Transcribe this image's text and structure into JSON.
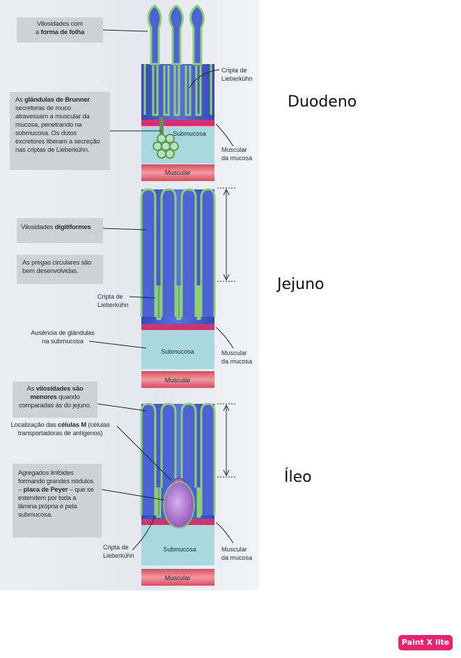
{
  "labels": {
    "duodeno": "Duodeno",
    "jejuno": "Jejuno",
    "ileo": "Íleo"
  },
  "duodeno": {
    "note_villi": [
      "Vilosidades com",
      "a ",
      "forma de folha"
    ],
    "note_brunner": [
      "As ",
      "glândulas de Brunner",
      " secretoras de muco atravessam a muscular da mucosa, penetrando na submucosa. Os dutos excretores liberam a secreção nas criptas de Lieberkühn."
    ],
    "cripta": [
      "Cripta de",
      "Lieberkühn"
    ],
    "submucosa": "Submucosa",
    "muscular_mucosa": [
      "Muscular",
      "da mucosa"
    ],
    "muscular": "Muscular"
  },
  "jejuno": {
    "note_villi": [
      "Vilosidades ",
      "digitiformes"
    ],
    "note_pregas": "As pregas circulares são bem desenvolvidas.",
    "cripta": [
      "Cripta de",
      "Lieberkühn"
    ],
    "note_ausencia": "Ausência de glândulas na submucosa",
    "submucosa": "Submucosa",
    "muscular_mucosa": [
      "Muscular",
      "da mucosa"
    ],
    "muscular": "Muscular"
  },
  "ileo": {
    "note_villi": [
      "As ",
      "vilosidades são menores",
      " quando comparadas às do jejuno."
    ],
    "note_celulas": [
      "Localização das ",
      "células M",
      " (células transportadoras de antígenos)"
    ],
    "note_peyer": [
      "Agregados linfóides formando grandes nódulos – ",
      "placa de Peyer",
      " – que se estendem por toda a lâmina própria e pela submucosa."
    ],
    "cripta": [
      "Cripta de",
      "Lieberkühn"
    ],
    "submucosa": "Submucosa",
    "muscular_mucosa": [
      "Muscular",
      "da mucosa"
    ],
    "muscular": "Muscular"
  },
  "badge": "Paint X lite",
  "colors": {
    "mucosa_blue": "#3f57c9",
    "villus_green": "#7fc46a",
    "muscularis_mucosae": "#d3326f",
    "submucosa": "#a9d9de",
    "muscular": "#e4606e",
    "peyer": "#a46bc6"
  }
}
